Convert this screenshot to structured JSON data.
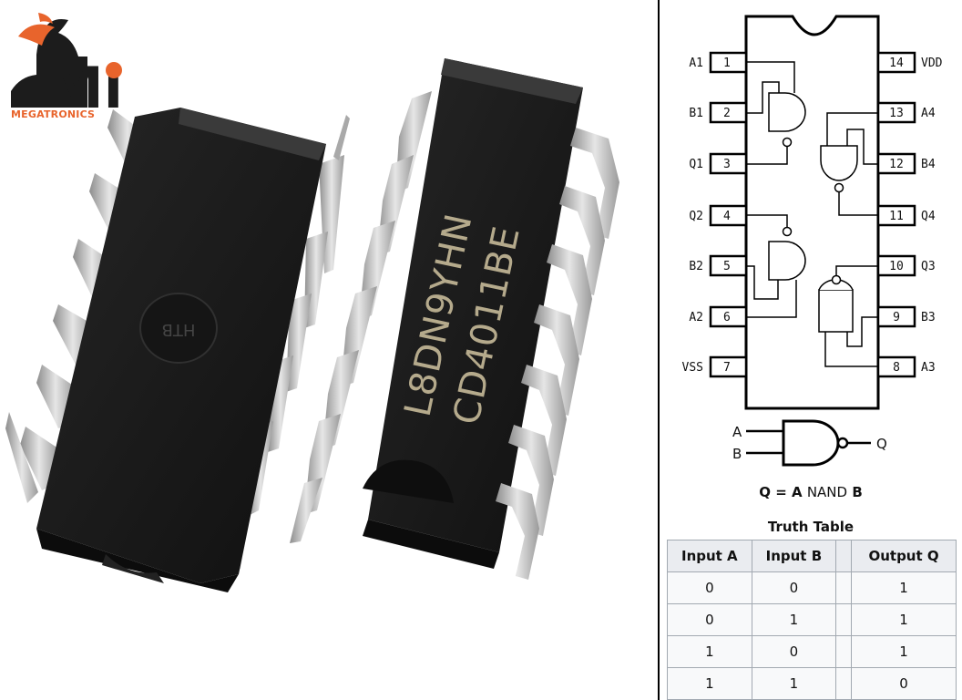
{
  "brand": {
    "logo_letters": "Mi",
    "name": "MEGATRONICS"
  },
  "chips": {
    "left_marking": "HTB",
    "right_line1": "L8DN9YHN",
    "right_line2": "CD4011BE"
  },
  "pinout": {
    "left_pins": [
      {
        "number": "1",
        "label": "A1"
      },
      {
        "number": "2",
        "label": "B1"
      },
      {
        "number": "3",
        "label": "Q1"
      },
      {
        "number": "4",
        "label": "Q2"
      },
      {
        "number": "5",
        "label": "B2"
      },
      {
        "number": "6",
        "label": "A2"
      },
      {
        "number": "7",
        "label": "VSS"
      }
    ],
    "right_pins": [
      {
        "number": "14",
        "label": "VDD"
      },
      {
        "number": "13",
        "label": "A4"
      },
      {
        "number": "12",
        "label": "B4"
      },
      {
        "number": "11",
        "label": "Q4"
      },
      {
        "number": "10",
        "label": "Q3"
      },
      {
        "number": "9",
        "label": "B3"
      },
      {
        "number": "8",
        "label": "A3"
      }
    ]
  },
  "gate_symbol": {
    "input_a": "A",
    "input_b": "B",
    "output": "Q"
  },
  "formula": {
    "lhs": "Q = A",
    "op": "NAND",
    "rhs": "B"
  },
  "truth_table": {
    "title": "Truth Table",
    "headers": [
      "Input A",
      "Input B",
      "Output Q"
    ],
    "rows": [
      [
        "0",
        "0",
        "1"
      ],
      [
        "0",
        "1",
        "1"
      ],
      [
        "1",
        "0",
        "1"
      ],
      [
        "1",
        "1",
        "0"
      ]
    ]
  }
}
